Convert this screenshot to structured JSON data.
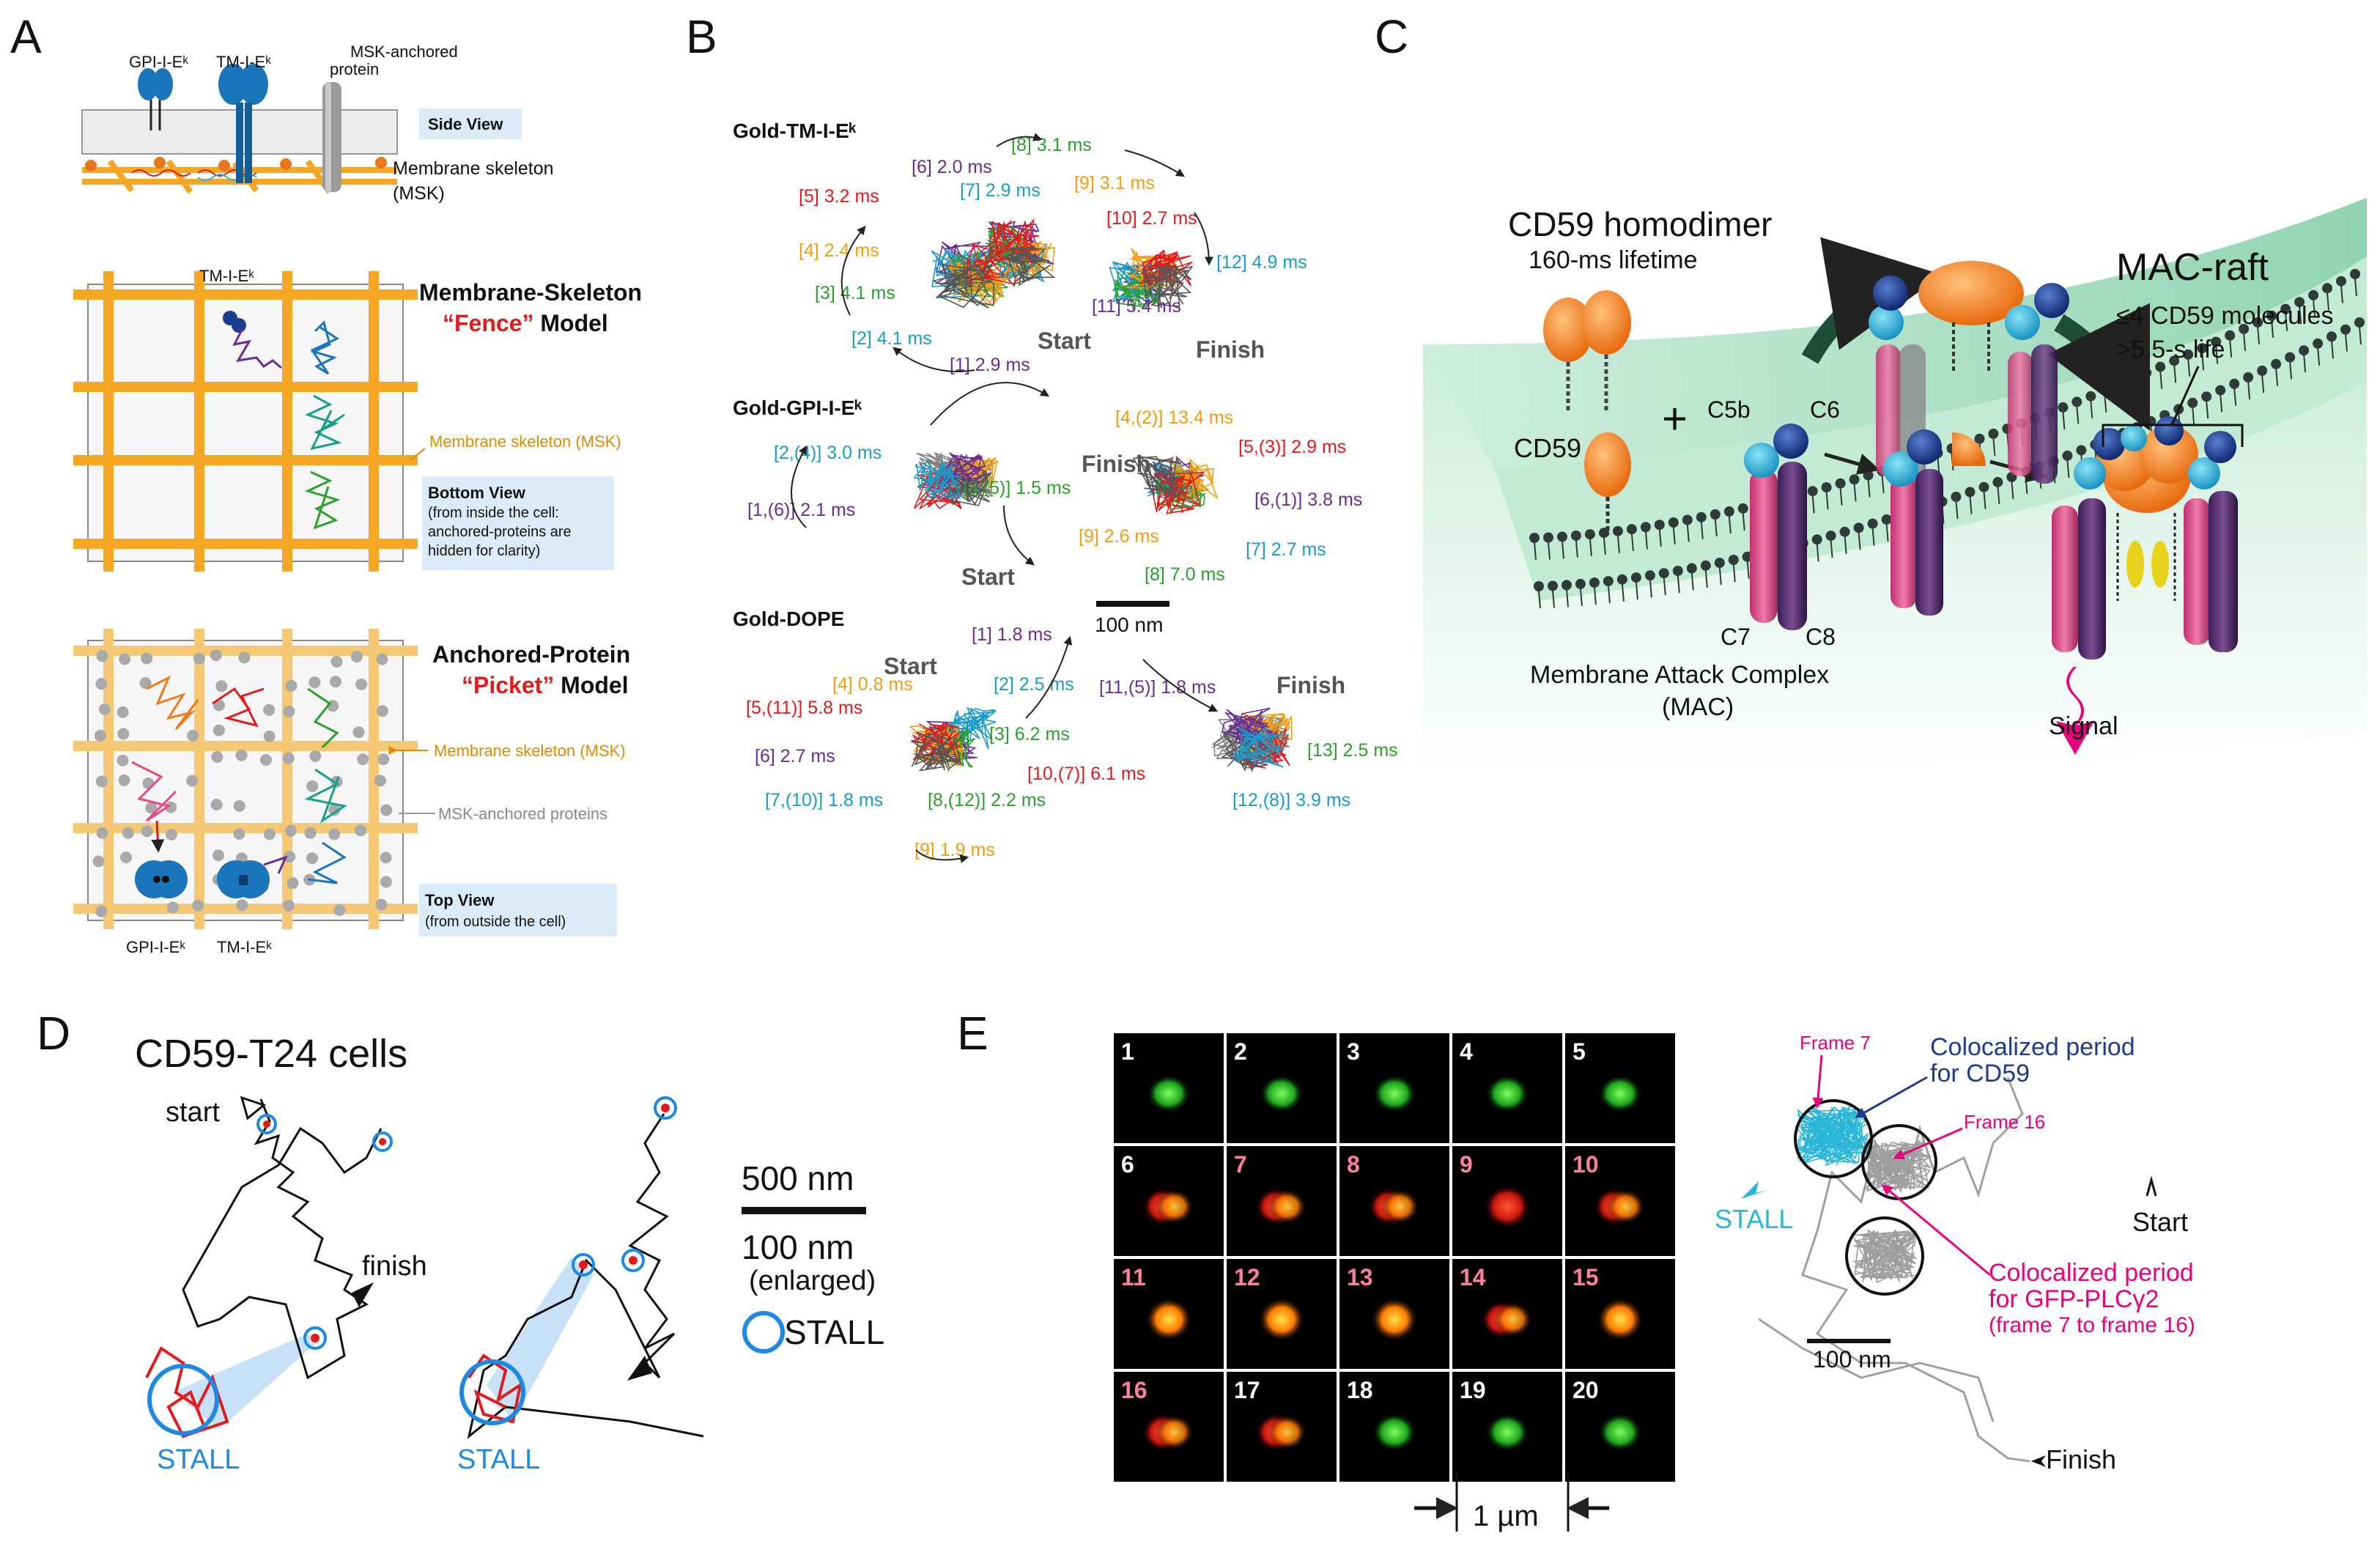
{
  "panel_letters": {
    "a": "A",
    "b": "B",
    "c": "C",
    "d": "D",
    "e": "E"
  },
  "panel_a": {
    "gpi_label": "GPI-I-Eᵏ",
    "tm_label": "TM-I-Eᵏ",
    "msk_anchored_line1": "MSK-anchored",
    "msk_anchored_line2": "protein",
    "side_view": "Side View",
    "skeleton_line1": "Membrane skeleton",
    "skeleton_line2": "(MSK)",
    "fence_tm_label": "TM-I-Eᵏ",
    "fence_title_line1": "Membrane-Skeleton",
    "fence_quote": "“Fence”",
    "fence_model": " Model",
    "fence_msk_label": "Membrane skeleton (MSK)",
    "bottom_view_title": "Bottom View",
    "bottom_view_line1": "(from inside the cell:",
    "bottom_view_line2": " anchored-proteins are",
    "bottom_view_line3": " hidden for clarity)",
    "picket_title_line1": "Anchored-Protein",
    "picket_quote": "“Picket”",
    "picket_model": " Model",
    "picket_msk_label": "Membrane skeleton (MSK)",
    "picket_anchored_label": "MSK-anchored proteins",
    "top_view_title": "Top View",
    "top_view_line1": "(from outside the cell)",
    "bottom_gpi": "GPI-I-Eᵏ",
    "bottom_tm": "TM-I-Eᵏ"
  },
  "panel_b": {
    "tm_title": "Gold-TM-I-Eᵏ",
    "gpi_title": "Gold-GPI-I-Eᵏ",
    "dope_title": "Gold-DOPE",
    "start": "Start",
    "finish": "Finish",
    "scale_label": "100 nm",
    "tm_labels": [
      {
        "t": "[1] 2.9 ms",
        "c": "#6b2c91"
      },
      {
        "t": "[2] 4.1 ms",
        "c": "#1a9bc9"
      },
      {
        "t": "[3] 4.1 ms",
        "c": "#2ca02c"
      },
      {
        "t": "[4] 2.4 ms",
        "c": "#f39c12"
      },
      {
        "t": "[5] 3.2 ms",
        "c": "#e31a1c"
      },
      {
        "t": "[6] 2.0 ms",
        "c": "#6b2c91"
      },
      {
        "t": "[7] 2.9 ms",
        "c": "#1a9bc9"
      },
      {
        "t": "[8] 3.1 ms",
        "c": "#2ca02c"
      },
      {
        "t": "[9] 3.1 ms",
        "c": "#f39c12"
      },
      {
        "t": "[10] 2.7 ms",
        "c": "#e31a1c"
      },
      {
        "t": "[11] 5.4 ms",
        "c": "#6b2c91"
      },
      {
        "t": "[12] 4.9 ms",
        "c": "#1a9bc9"
      }
    ],
    "gpi_labels": [
      {
        "t": "[1,(6)] 2.1 ms",
        "c": "#6b2c91"
      },
      {
        "t": "[2,(4)] 3.0 ms",
        "c": "#1a9bc9"
      },
      {
        "t": "[3,(5)] 1.5 ms",
        "c": "#2ca02c"
      },
      {
        "t": "[4,(2)] 13.4 ms",
        "c": "#f39c12"
      },
      {
        "t": "[5,(3)] 2.9 ms",
        "c": "#e31a1c"
      },
      {
        "t": "[6,(1)] 3.8 ms",
        "c": "#6b2c91"
      },
      {
        "t": "[7] 2.7 ms",
        "c": "#1a9bc9"
      },
      {
        "t": "[8] 7.0 ms",
        "c": "#2ca02c"
      },
      {
        "t": "[9] 2.6 ms",
        "c": "#f39c12"
      }
    ],
    "dope_labels": [
      {
        "t": "[1] 1.8 ms",
        "c": "#6b2c91"
      },
      {
        "t": "[2] 2.5 ms",
        "c": "#1a9bc9"
      },
      {
        "t": "[3] 6.2 ms",
        "c": "#2ca02c"
      },
      {
        "t": "[4] 0.8 ms",
        "c": "#f39c12"
      },
      {
        "t": "[5,(11)] 5.8 ms",
        "c": "#e31a1c"
      },
      {
        "t": "[6] 2.7 ms",
        "c": "#6b2c91"
      },
      {
        "t": "[7,(10)] 1.8 ms",
        "c": "#1a9bc9"
      },
      {
        "t": "[8,(12)] 2.2 ms",
        "c": "#2ca02c"
      },
      {
        "t": "[9] 1.9 ms",
        "c": "#f39c12"
      },
      {
        "t": "[10,(7)] 6.1 ms",
        "c": "#e31a1c"
      },
      {
        "t": "[11,(5)] 1.8 ms",
        "c": "#6b2c91"
      },
      {
        "t": "[12,(8)] 3.9 ms",
        "c": "#1a9bc9"
      },
      {
        "t": "[13] 2.5 ms",
        "c": "#2ca02c"
      }
    ]
  },
  "panel_c": {
    "homodimer_title": "CD59 homodimer",
    "homodimer_sub": "160-ms lifetime",
    "cd59": "CD59",
    "plus": "+",
    "c5b": "C5b",
    "c6": "C6",
    "c7": "C7",
    "c8": "C8",
    "mac_line1": "Membrane Attack Complex",
    "mac_line2": "(MAC)",
    "mac_raft": "MAC-raft",
    "raft_line1": "≤4 CD59 molecules",
    "raft_line2": ">5.5-s life",
    "signal": "Signal"
  },
  "panel_d": {
    "title": "CD59-T24 cells",
    "start": "start",
    "finish": "finish",
    "stall1": "STALL",
    "stall2": "STALL",
    "scale1": "500 nm",
    "scale2": "100 nm",
    "scale2_sub": "(enlarged)",
    "legend_stall": "STALL"
  },
  "panel_e": {
    "frames": [
      "1",
      "2",
      "3",
      "4",
      "5",
      "6",
      "7",
      "8",
      "9",
      "10",
      "11",
      "12",
      "13",
      "14",
      "15",
      "16",
      "17",
      "18",
      "19",
      "20"
    ],
    "frame_colors": [
      "#ffffff",
      "#ffffff",
      "#ffffff",
      "#ffffff",
      "#ffffff",
      "#ffffff",
      "#ff7fa0",
      "#ff7fa0",
      "#ff7fa0",
      "#ff7fa0",
      "#ff7fa0",
      "#ff7fa0",
      "#ff7fa0",
      "#ff7fa0",
      "#ff7fa0",
      "#ff7fa0",
      "#ffffff",
      "#ffffff",
      "#ffffff",
      "#ffffff"
    ],
    "spot_color": [
      "g",
      "g",
      "g",
      "g",
      "g",
      "mix",
      "mix",
      "mix",
      "r",
      "mix",
      "o",
      "o",
      "o",
      "mix",
      "o",
      "mix",
      "mix",
      "g",
      "g",
      "g"
    ],
    "scale_label": "1 µm",
    "frame7": "Frame 7",
    "frame16": "Frame 16",
    "coloc_cd59_line1": "Colocalized period",
    "coloc_cd59_line2": "for CD59",
    "stall": "STALL",
    "start": "Start",
    "coloc_plc_line1": "Colocalized period",
    "coloc_plc_line2": "for GFP-PLCγ2",
    "coloc_plc_line3": "(frame 7 to frame 16)",
    "scale_right": "100 nm",
    "finish": "Finish"
  },
  "colors": {
    "fence_red": "#e31a1c",
    "msk_orange": "#f5a623",
    "protein_blue": "#1b75bb",
    "box_blue": "#dcebf8",
    "membrane_green": "#9fd9bf",
    "stall_blue": "#1e88e5",
    "magenta": "#e6007e",
    "navy": "#1f3c8c",
    "cyan": "#29b6d8"
  }
}
